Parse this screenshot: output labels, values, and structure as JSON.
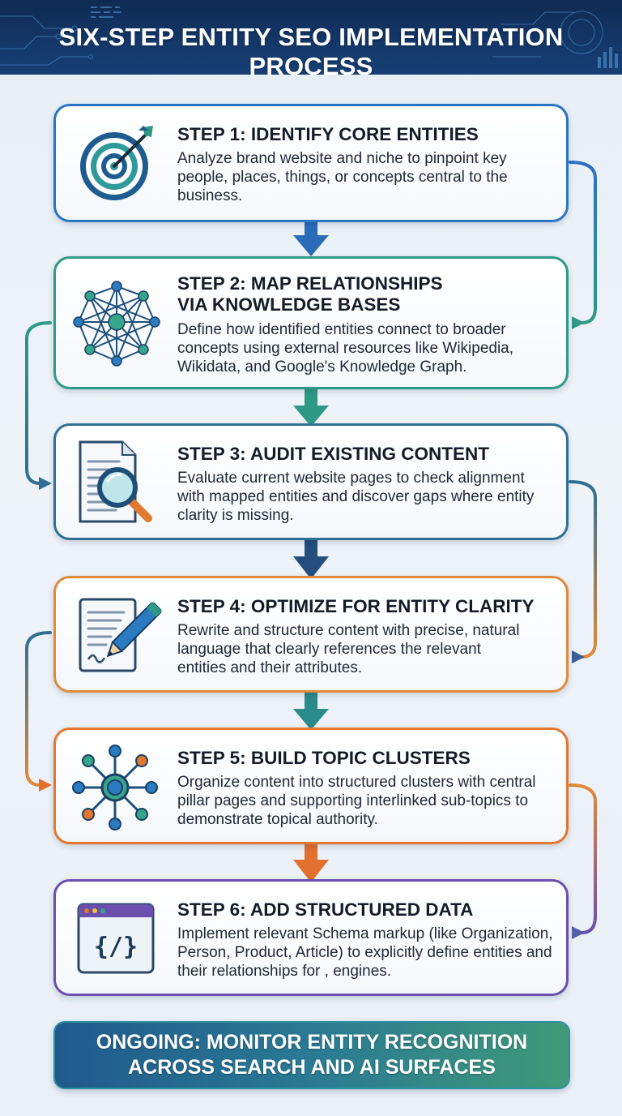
{
  "header": {
    "title": "SIX-STEP ENTITY SEO IMPLEMENTATION PROCESS"
  },
  "steps": [
    {
      "title": "STEP 1: IDENTIFY CORE ENTITIES",
      "description": "Analyze brand website and niche to pinpoint key people, places, things, or concepts central to the business.",
      "icon": "target-icon",
      "color": "#2a6fc0"
    },
    {
      "title": "STEP 2: MAP RELATIONSHIPS VIA KNOWLEDGE BASES",
      "description": "Define how identified entities connect to broader concepts using external resources like Wikipedia, Wikidata, and Google's Knowledge Graph.",
      "icon": "network-icon",
      "color": "#2e9a86"
    },
    {
      "title": "STEP 3: AUDIT EXISTING CONTENT",
      "description": "Evaluate current website pages to check alignment with mapped entities and discover gaps where entity clarity is missing.",
      "icon": "document-magnifier-icon",
      "color": "#2f6f94"
    },
    {
      "title": "STEP 4: OPTIMIZE FOR ENTITY CLARITY",
      "description": "Rewrite and structure content with precise, natural language that clearly references the relevant entities and their attributes.",
      "icon": "document-pen-icon",
      "color": "#e08a3a"
    },
    {
      "title": "STEP 5: BUILD TOPIC CLUSTERS",
      "description": "Organize content into structured clusters with central pillar pages and supporting interlinked sub-topics to demonstrate topical authority.",
      "icon": "hub-icon",
      "color": "#e2772f"
    },
    {
      "title": "STEP 6: ADD STRUCTURED DATA",
      "description": "Implement relevant Schema markup (like Organization, Person, Product, Article) to explicitly define entities and their relationships for , engines.",
      "icon": "code-window-icon",
      "color": "#6a4fae"
    }
  ],
  "ongoing": {
    "line1": "ONGOING: MONITOR ENTITY RECOGNITION",
    "line2": "ACROSS SEARCH AND AI SURFACES"
  }
}
